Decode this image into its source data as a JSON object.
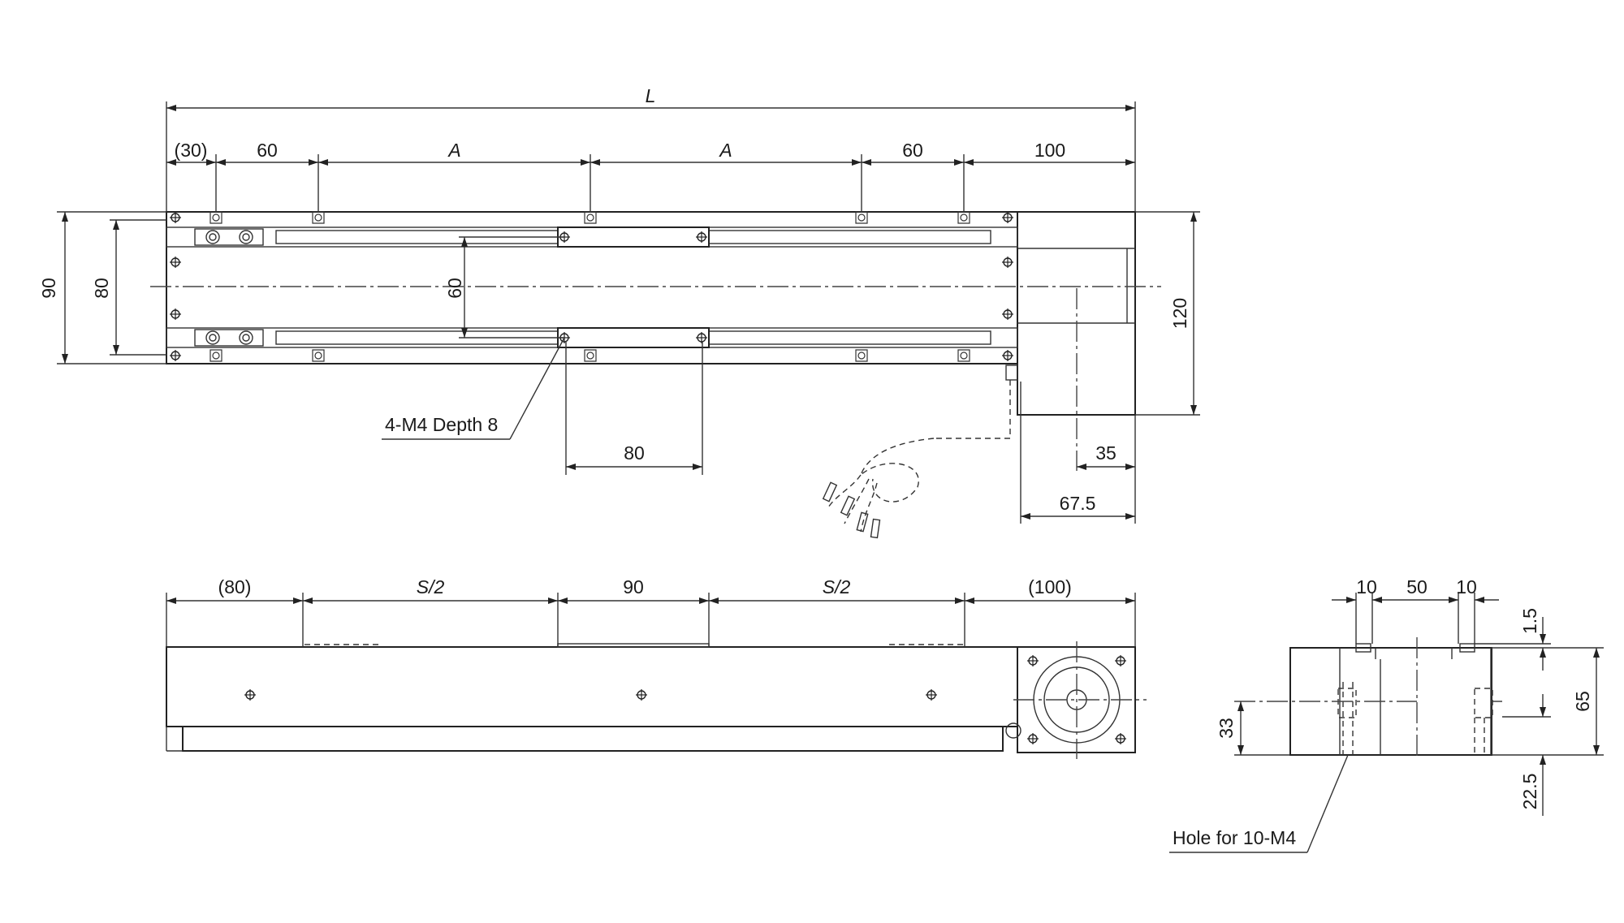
{
  "top_view": {
    "overall_length": "L",
    "segments": [
      "(30)",
      "60",
      "A",
      "A",
      "60",
      "100"
    ],
    "height_outer": "90",
    "height_inner": "80",
    "rail_pitch": "60",
    "motor_height": "120",
    "mount_hole_label": "4-M4 Depth 8",
    "table_pitch": "80",
    "motor_offset": "35",
    "motor_width": "67.5"
  },
  "side_view": {
    "segments": [
      "(80)",
      "S/2",
      "90",
      "S/2",
      "(100)"
    ]
  },
  "end_view": {
    "top_dims": [
      "10",
      "50",
      "10"
    ],
    "clearance": "1.5",
    "height": "65",
    "center_height": "33",
    "bottom_offset": "22.5",
    "hole_label": "Hole for 10-M4"
  }
}
